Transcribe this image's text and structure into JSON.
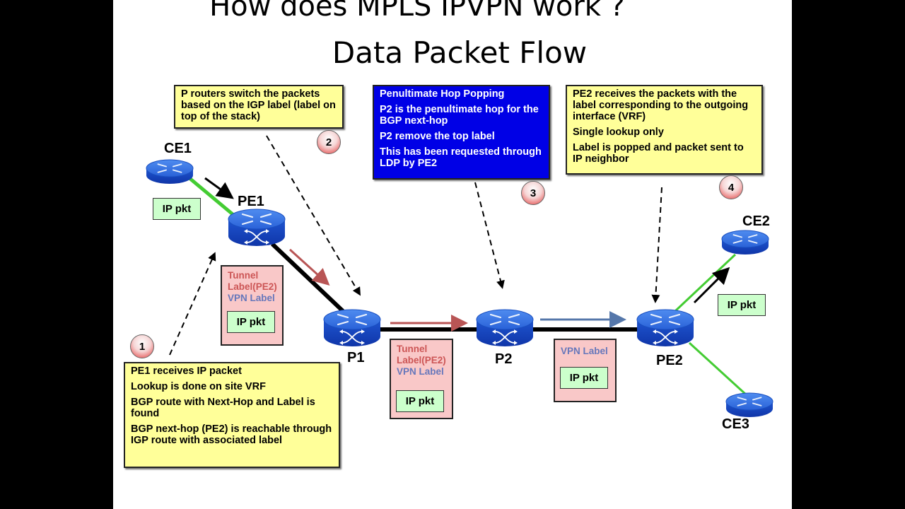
{
  "title": {
    "line1": "How does MPLS IPVPN work ?",
    "line2": "Data Packet Flow"
  },
  "colors": {
    "note_yellow": "#ffff99",
    "note_blue": "#0000e6",
    "packet_box": "#f9c8c8",
    "ip_pkt_box": "#ccffcc",
    "tunnel_label": "#cc5555",
    "vpn_label": "#6677bb",
    "customer_link": "#44cc33",
    "core_link": "#000000",
    "router": "#2266dd"
  },
  "nodes": {
    "ce1": "CE1",
    "pe1": "PE1",
    "p1": "P1",
    "p2": "P2",
    "pe2": "PE2",
    "ce2": "CE2",
    "ce3": "CE3"
  },
  "steps": [
    {
      "number": "1",
      "lines": [
        "PE1 receives IP packet",
        "Lookup is done on site VRF",
        "BGP route with Next-Hop and Label is found",
        "BGP next-hop (PE2) is reachable through IGP route with associated label"
      ]
    },
    {
      "number": "2",
      "lines": [
        "P routers switch the packets based on the IGP label (label on top of the stack)"
      ]
    },
    {
      "number": "3",
      "lines": [
        "Penultimate Hop Popping",
        "P2 is the penultimate hop for the BGP next-hop",
        "P2 remove the top label",
        "This has been requested through LDP by PE2"
      ]
    },
    {
      "number": "4",
      "lines": [
        "PE2 receives the packets with the label corresponding to the outgoing interface (VRF)",
        "Single lookup only",
        "Label is popped and packet sent to IP neighbor"
      ]
    }
  ],
  "packets": {
    "ce1_pe1": {
      "ip": "IP pkt"
    },
    "pe1_p1": {
      "tunnel": "Tunnel Label(PE2)",
      "vpn": "VPN Label",
      "ip": "IP pkt"
    },
    "p1_p2": {
      "tunnel": "Tunnel Label(PE2)",
      "vpn": "VPN Label",
      "ip": "IP pkt"
    },
    "p2_pe2": {
      "vpn": "VPN Label",
      "ip": "IP pkt"
    },
    "pe2_ce2": {
      "ip": "IP pkt"
    }
  }
}
